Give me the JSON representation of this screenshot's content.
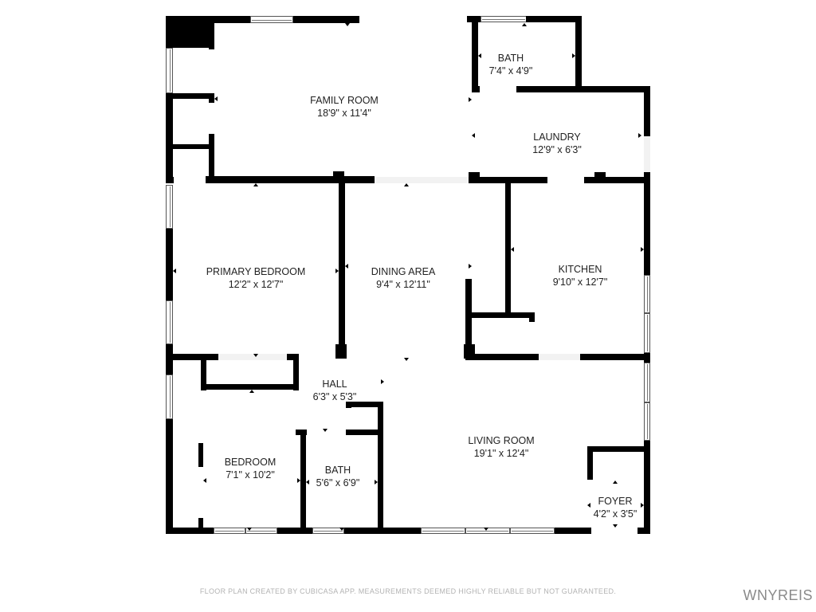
{
  "floor_plan": {
    "rooms": [
      {
        "id": "family-room",
        "name": "FAMILY ROOM",
        "dimensions": "18'9\" x 11'4\""
      },
      {
        "id": "bath-upper",
        "name": "BATH",
        "dimensions": "7'4\" x 4'9\""
      },
      {
        "id": "laundry",
        "name": "LAUNDRY",
        "dimensions": "12'9\" x 6'3\""
      },
      {
        "id": "primary-bedroom",
        "name": "PRIMARY BEDROOM",
        "dimensions": "12'2\" x 12'7\""
      },
      {
        "id": "dining-area",
        "name": "DINING AREA",
        "dimensions": "9'4\" x 12'11\""
      },
      {
        "id": "kitchen",
        "name": "KITCHEN",
        "dimensions": "9'10\" x 12'7\""
      },
      {
        "id": "hall",
        "name": "HALL",
        "dimensions": "6'3\" x 5'3\""
      },
      {
        "id": "bedroom",
        "name": "BEDROOM",
        "dimensions": "7'1\" x 10'2\""
      },
      {
        "id": "bath-lower",
        "name": "BATH",
        "dimensions": "5'6\" x 6'9\""
      },
      {
        "id": "living-room",
        "name": "LIVING ROOM",
        "dimensions": "19'1\" x 12'4\""
      },
      {
        "id": "foyer",
        "name": "FOYER",
        "dimensions": "4'2\" x 3'5\""
      }
    ]
  },
  "footer": {
    "disclaimer": "FLOOR PLAN CREATED BY CUBICASA APP. MEASUREMENTS DEEMED HIGHLY RELIABLE BUT NOT GUARANTEED.",
    "brand": "WNYREIS"
  },
  "colors": {
    "wall": "#000000",
    "background": "#ffffff",
    "label": "#222222",
    "disclaimer": "#b3b3b3",
    "brand": "#8a8a8a"
  }
}
